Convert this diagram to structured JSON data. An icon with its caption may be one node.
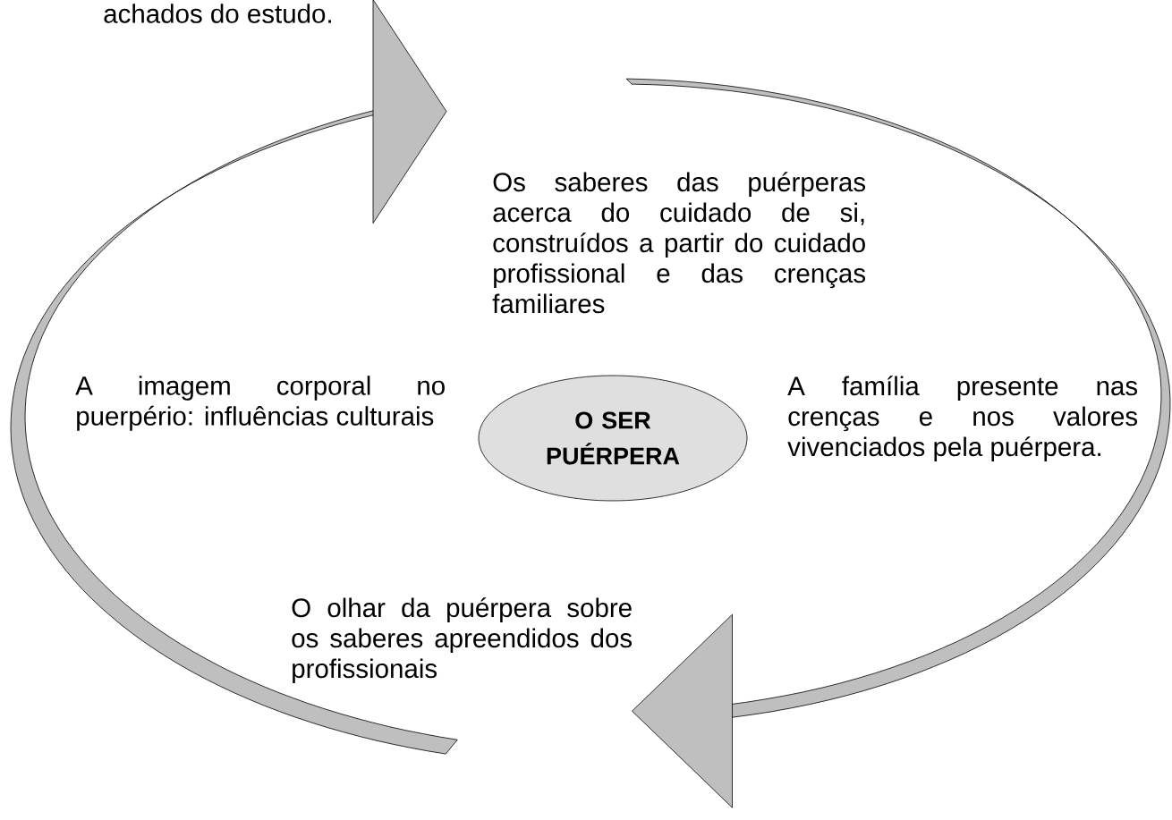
{
  "diagram": {
    "nodes": [
      {
        "text": [
          "O SER PUÉRPERA"
        ]
      }
    ],
    "labels": [
      "achados do estudo.",
      "Os saberes das puérperas acerca do cuidado de si, construídos a partir do cuidado profissional e das crenças familiares",
      "A imagem corporal no puerpério: influências culturais",
      "A família presente nas crenças e nos valores vivenciados pela puérpera.",
      "O olhar da puérpera sobre os saberes apreendidos dos profissionais"
    ]
  }
}
